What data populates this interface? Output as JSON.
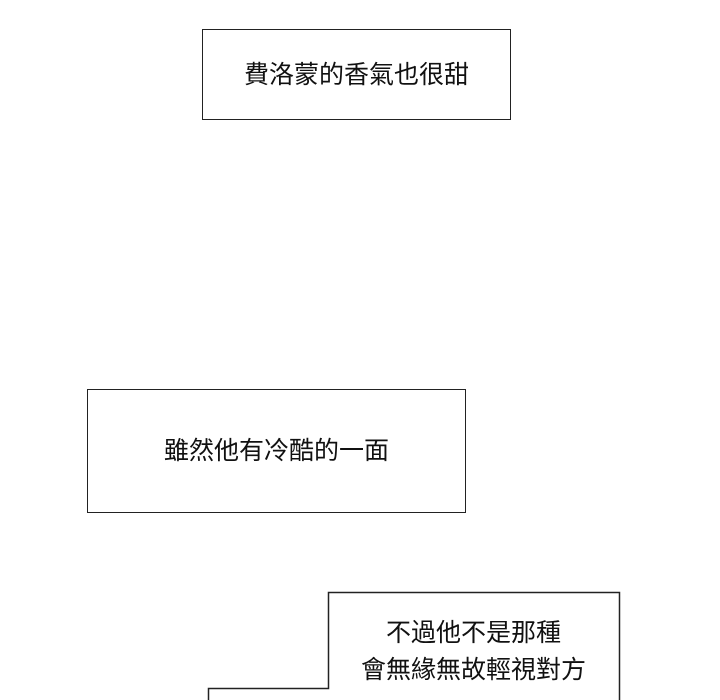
{
  "captions": [
    {
      "lines": [
        "費洛蒙的香氣也很甜"
      ]
    },
    {
      "lines": [
        "雖然他有冷酷的一面"
      ]
    },
    {
      "lines": [
        "不過他不是那種",
        "會無緣無故輕視對方"
      ]
    }
  ]
}
